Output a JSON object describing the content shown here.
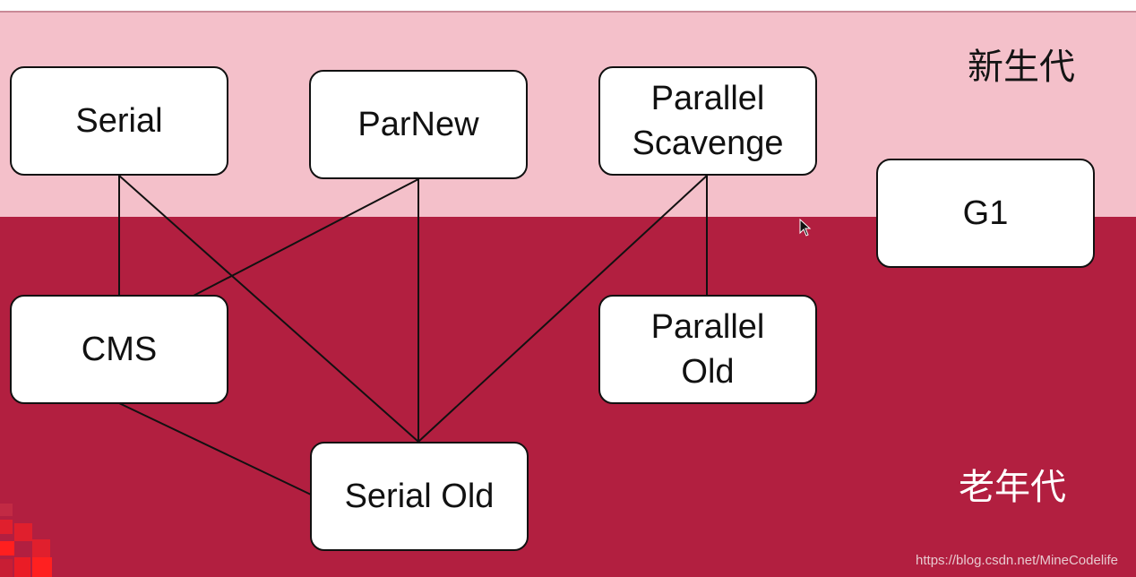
{
  "colors": {
    "young_bg": "#f4c0ca",
    "old_bg": "#b21f40",
    "node_bg": "#ffffff",
    "node_border": "#111111",
    "line": "#111111"
  },
  "zones": {
    "young_label": "新生代",
    "old_label": "老年代"
  },
  "nodes": {
    "serial": "Serial",
    "parnew": "ParNew",
    "parallel_scavenge": "Parallel\nScavenge",
    "g1": "G1",
    "cms": "CMS",
    "parallel_old": "Parallel\nOld",
    "serial_old": "Serial Old"
  },
  "connections": [
    [
      "serial",
      "cms"
    ],
    [
      "serial",
      "serial_old"
    ],
    [
      "parnew",
      "cms"
    ],
    [
      "parnew",
      "serial_old"
    ],
    [
      "parallel_scavenge",
      "serial_old"
    ],
    [
      "parallel_scavenge",
      "parallel_old"
    ],
    [
      "cms",
      "serial_old"
    ]
  ],
  "watermark": "https://blog.csdn.net/MineCodelife",
  "icons": {
    "cursor": "mouse-pointer-icon"
  }
}
